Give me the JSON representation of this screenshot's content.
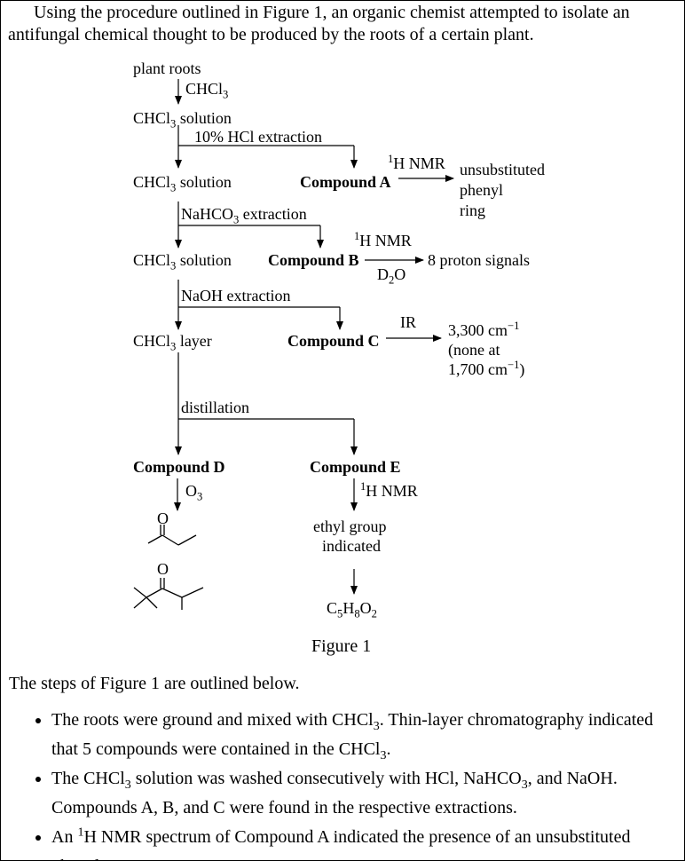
{
  "intro": "Using the procedure outlined in Figure 1, an organic chemist attempted to isolate an antifungal chemical thought to be produced by the roots of a certain plant.",
  "figure": {
    "plant_roots": "plant roots",
    "chcl3": "CHCl",
    "chcl3_solution": "CHCl",
    "solution_word": "solution",
    "hcl_extraction": "10% HCl extraction",
    "nahco3_extraction_a": "NaHCO",
    "nahco3_extraction_b": "extraction",
    "naoh_extraction": "NaOH extraction",
    "layer_word": "layer",
    "distillation": "distillation",
    "compound_a": "Compound A",
    "compound_b": "Compound B",
    "compound_c": "Compound C",
    "compound_d": "Compound D",
    "compound_e": "Compound E",
    "nmr_sup": "1",
    "nmr": "H NMR",
    "d2o_d": "D",
    "d2o_o": "O",
    "ir": "IR",
    "result_a": [
      "unsubstituted",
      "phenyl",
      "ring"
    ],
    "result_b": "8 proton signals",
    "result_c_1": "3,300 cm",
    "result_c_2": "(none at",
    "result_c_3": "1,700 cm",
    "result_c_3_end": ")",
    "cm_sup": "−1",
    "o3": "O",
    "ethyl": [
      "ethyl group",
      "indicated"
    ],
    "formula": [
      "C",
      "5",
      "H",
      "8",
      "O",
      "2"
    ],
    "sub3": "3",
    "sub2": "2",
    "oxygen": "O",
    "caption": "Figure 1"
  },
  "steps_intro": "The steps of Figure 1 are outlined below.",
  "steps": [
    {
      "a": "The roots were ground and mixed with CHCl",
      "b": ". Thin-layer chromatography indicated that 5 compounds were contained in the CHCl",
      "c": "."
    },
    {
      "a": "The CHCl",
      "b": " solution was washed consecutively with HCl, NaHCO",
      "c": ", and NaOH. Compounds A, B, and C were found in the respective extractions."
    },
    {
      "a": "An ",
      "sup": "1",
      "b": "H NMR spectrum of Compound A indicated the presence of an unsubstituted phenyl ring."
    }
  ]
}
